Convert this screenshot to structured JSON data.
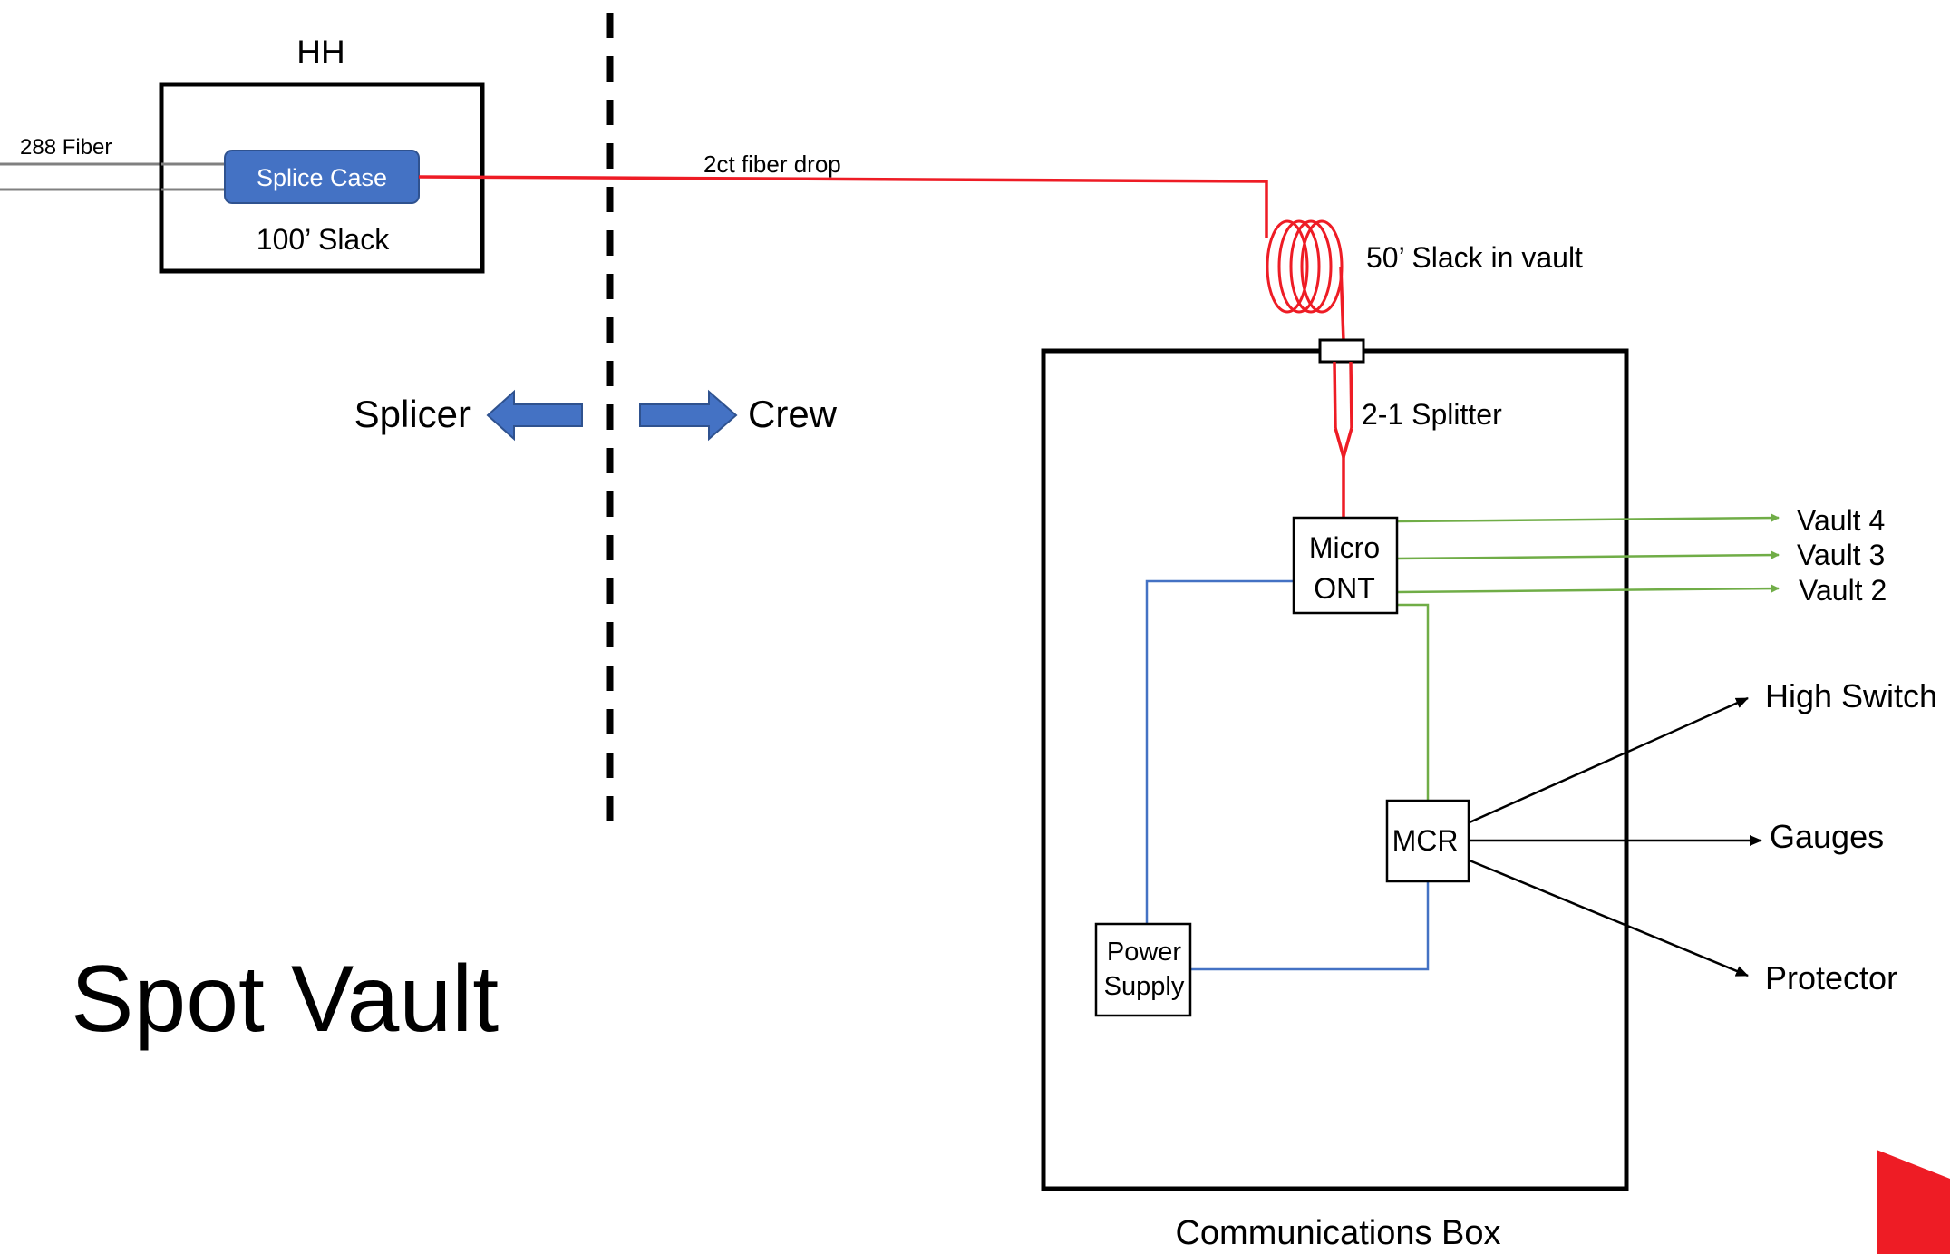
{
  "title": "Spot Vault",
  "hh": {
    "label": "HH",
    "splice_case": "Splice Case",
    "slack": "100’ Slack"
  },
  "fiber_in": "288 Fiber",
  "drop": "2ct fiber drop",
  "coil": "50’ Slack in vault",
  "splitter": "2-1 Splitter",
  "sides": {
    "left": "Splicer",
    "right": "Crew"
  },
  "ont": {
    "line1": "Micro",
    "line2": "ONT"
  },
  "mcr": "MCR",
  "power": {
    "line1": "Power",
    "line2": "Supply"
  },
  "vaults": [
    "Vault 4",
    "Vault 3",
    "Vault 2"
  ],
  "mcr_outputs": [
    "High Switch",
    "Gauges",
    "Protector"
  ],
  "comm_box": "Communications Box",
  "colors": {
    "fiber": "#ee1c25",
    "green_links": "#70ad47",
    "blue_links": "#4472c4",
    "splice_case_fill": "#4472c4",
    "arrow_fill": "#4472c4",
    "corner_accent": "#ee1c25"
  }
}
